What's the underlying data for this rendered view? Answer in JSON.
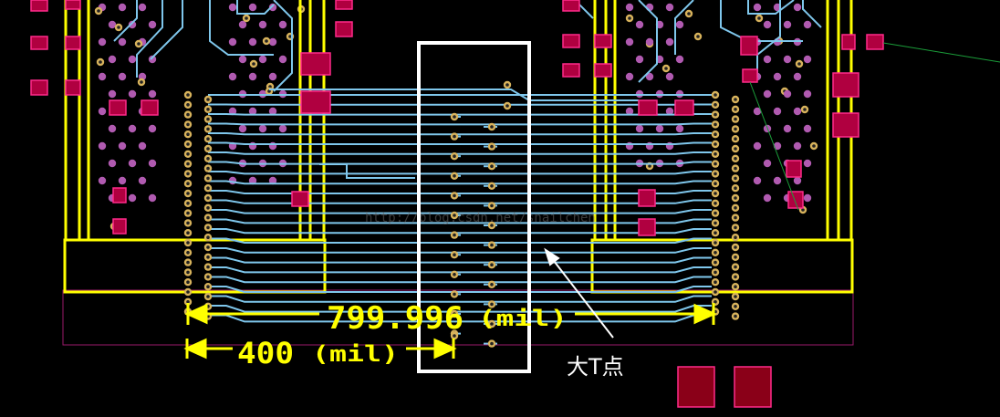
{
  "colors": {
    "background": "#000000",
    "trace": "#7fc7ec",
    "outline": "#ffff00",
    "via_ring": "#d8b35c",
    "pad": "#b00040",
    "pad_border": "#ff2a8a",
    "bga_ball": "#b05ab0",
    "highlight_box": "#ffffff",
    "ratsnest": "#1b9e3a"
  },
  "dimensions": {
    "long": {
      "value": "799.996",
      "unit": "(mil)"
    },
    "short": {
      "value": "400",
      "unit": "(mil)"
    }
  },
  "annotation": {
    "label": "大T点"
  },
  "watermark": {
    "text": "http://blog.csdn.net/snailchen"
  },
  "icons": [
    "via-icon",
    "smd-pad-icon",
    "bga-ball-icon"
  ]
}
